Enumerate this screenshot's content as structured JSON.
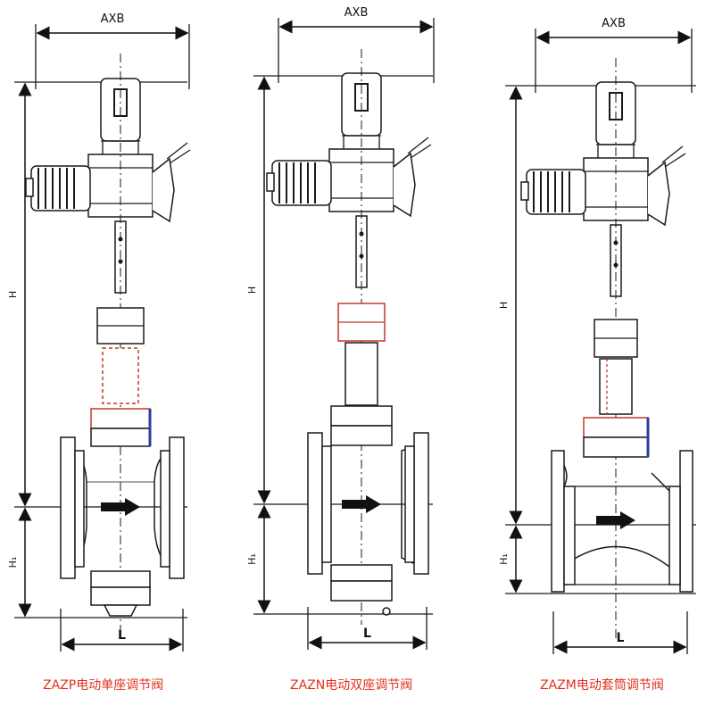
{
  "labels": {
    "width_dim": "AXB",
    "height_dim": "H",
    "height1_dim": "H₁",
    "length_dim": "L"
  },
  "captions": {
    "left": "ZAZP电动单座调节阀",
    "middle": "ZAZN电动双座调节阀",
    "right": "ZAZM电动套筒调节阀"
  },
  "colors": {
    "line": "#1a1a1a",
    "accent_red": "#c0392b",
    "accent_blue": "#2c3e9f",
    "caption": "#e0301e"
  }
}
